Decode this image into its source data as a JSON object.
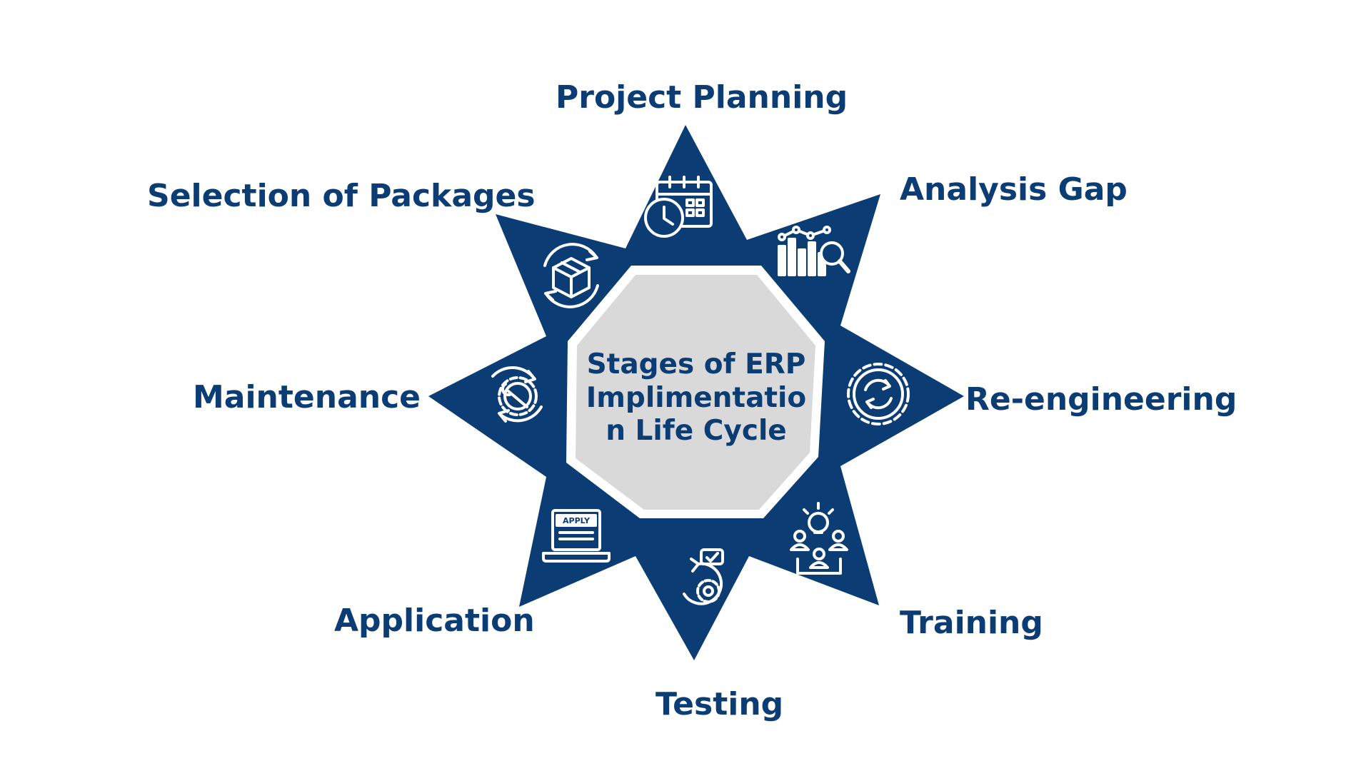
{
  "center_title": "Stages of ERP Implimentation Life Cycle",
  "colors": {
    "star": "#0b3d74",
    "octagon_fill": "#d9d9d9",
    "octagon_border": "#ffffff",
    "label_text": "#0b3d74",
    "icon": "#ffffff"
  },
  "stages": [
    {
      "label": "Project Planning",
      "icon": "calendar-clock-icon"
    },
    {
      "label": "Analysis Gap",
      "icon": "chart-magnifier-icon"
    },
    {
      "label": "Re-engineering",
      "icon": "gear-cycle-icon"
    },
    {
      "label": "Training",
      "icon": "team-idea-icon"
    },
    {
      "label": "Testing",
      "icon": "gear-check-icon"
    },
    {
      "label": "Application",
      "icon": "laptop-apply-icon"
    },
    {
      "label": "Maintenance",
      "icon": "wrench-gear-icon"
    },
    {
      "label": "Selection of Packages",
      "icon": "package-cycle-icon"
    }
  ],
  "icon_text": {
    "apply": "APPLY"
  }
}
